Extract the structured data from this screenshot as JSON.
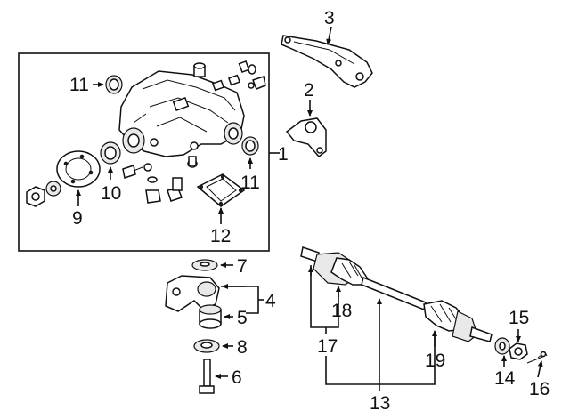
{
  "callouts": {
    "n1": "1",
    "n2": "2",
    "n3": "3",
    "n4": "4",
    "n5": "5",
    "n6": "6",
    "n7": "7",
    "n8": "8",
    "n9": "9",
    "n10": "10",
    "n11a": "11",
    "n11b": "11",
    "n12": "12",
    "n13": "13",
    "n14": "14",
    "n15": "15",
    "n16": "16",
    "n17": "17",
    "n18": "18",
    "n19": "19"
  }
}
